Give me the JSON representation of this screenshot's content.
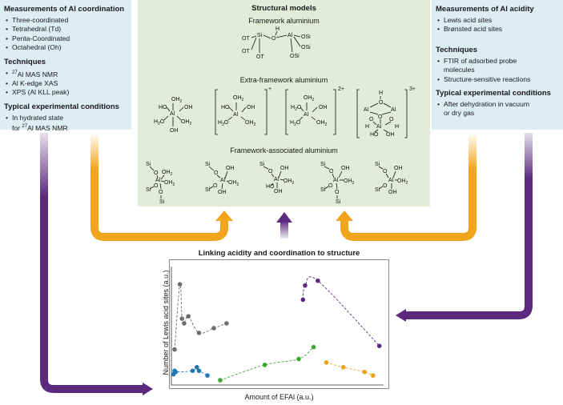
{
  "left_panel": {
    "title": "Measurements of Al coordination",
    "coordination_items": [
      "Three-coordinated",
      "Tetrahedral (Td)",
      "Penta-Coordinated",
      "Octahedral (Oh)"
    ],
    "techniques_title": "Techniques",
    "technique_items": [
      {
        "sup": "27",
        "text": "Al MAS NMR"
      },
      {
        "sup": "",
        "text": "Al K-edge XAS"
      },
      {
        "sup": "",
        "text": "XPS (Al KLL peak)"
      }
    ],
    "conditions_title": "Typical experimental conditions",
    "conditions_line1": "In hydrated state",
    "conditions_line2_prefix": "for ",
    "conditions_line2_sup": "27",
    "conditions_line2_suffix": "Al MAS NMR"
  },
  "right_panel": {
    "title": "Measurements of Al acidity",
    "acidity_items": [
      "Lewis acid sites",
      "Brønsted acid sites"
    ],
    "techniques_title": "Techniques",
    "technique_items": [
      "FTIR of adsorbed probe molecules",
      "Structure-sensitive reactions"
    ],
    "conditions_title": "Typical experimental conditions",
    "condition_items": [
      "After dehydration in vacuum or dry gas"
    ]
  },
  "middle_panel": {
    "title": "Structural models",
    "framework_label": "Framework aluminium",
    "extra_framework_label": "Extra-framework aluminium",
    "framework_associated_label": "Framework-associated aluminium",
    "charges": [
      "+",
      "2+",
      "3+"
    ]
  },
  "chart": {
    "title": "Linking acidity and coordination to structure",
    "xlabel": "Amount of EFAl (a.u.)",
    "ylabel": "Number of Lewis acid sites (a.u.)"
  },
  "colors": {
    "panel_blue": "#dcedf3",
    "panel_green": "#e3ecd6",
    "arrow_orange": "#f2a51c",
    "arrow_purple": "#5b2a7e",
    "series_gray": "#6d6d6d",
    "series_blue": "#1f77b4",
    "series_green": "#3fa535",
    "series_orange": "#e8a317",
    "series_purple": "#5b2a7e"
  },
  "chart_data": {
    "type": "scatter",
    "title": "Linking acidity and coordination to structure",
    "xlabel": "Amount of EFAl (a.u.)",
    "ylabel": "Number of Lewis acid sites (a.u.)",
    "xlim": [
      0,
      100
    ],
    "ylim": [
      0,
      100
    ],
    "grid": false,
    "ticks": false,
    "series": [
      {
        "color": "#6d6d6d",
        "points": [
          [
            1.5,
            30
          ],
          [
            4,
            85
          ],
          [
            5,
            56
          ],
          [
            6,
            52
          ],
          [
            8,
            58
          ],
          [
            13,
            44
          ],
          [
            20,
            48
          ],
          [
            26,
            52
          ]
        ]
      },
      {
        "color": "#1f77b4",
        "points": [
          [
            1,
            9
          ],
          [
            1.5,
            12
          ],
          [
            2,
            11
          ],
          [
            10,
            12
          ],
          [
            12,
            15
          ],
          [
            13,
            12
          ],
          [
            17,
            8
          ]
        ]
      },
      {
        "color": "#3fa535",
        "points": [
          [
            23,
            4
          ],
          [
            44,
            17
          ],
          [
            60,
            22
          ],
          [
            67,
            32
          ]
        ]
      },
      {
        "color": "#e8a317",
        "points": [
          [
            73,
            19
          ],
          [
            81,
            15
          ],
          [
            91,
            11
          ],
          [
            95,
            8
          ]
        ]
      },
      {
        "color": "#5b2a7e",
        "points": [
          [
            62,
            72
          ],
          [
            63,
            84
          ],
          [
            69,
            88
          ],
          [
            98,
            33
          ]
        ]
      }
    ]
  }
}
